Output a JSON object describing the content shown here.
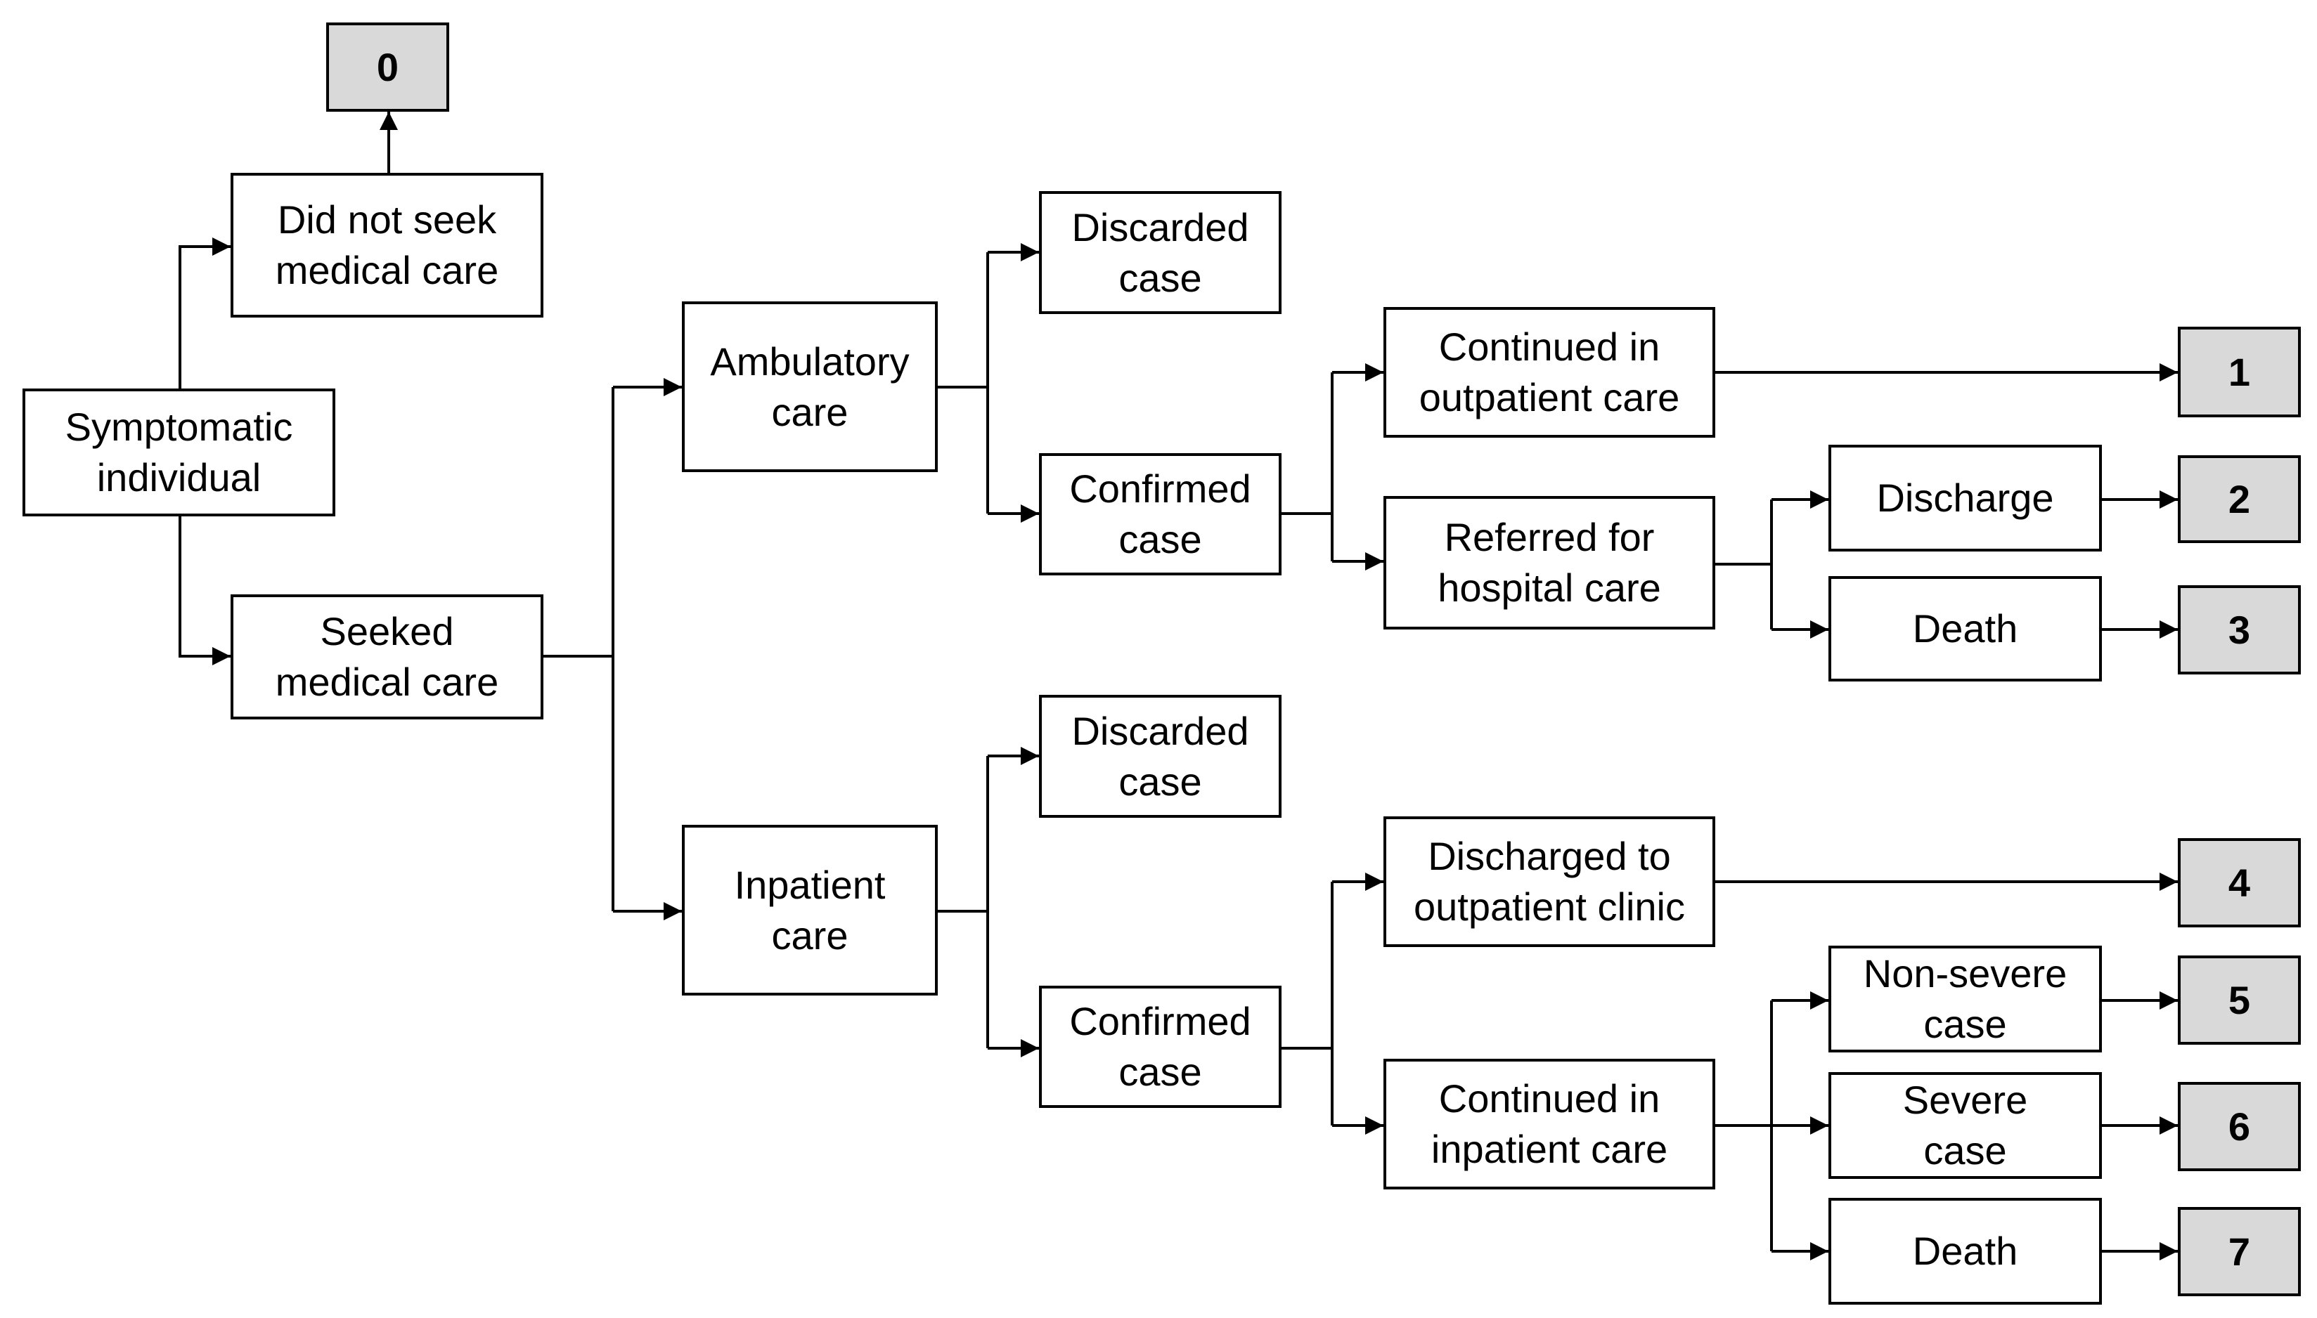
{
  "colors": {
    "line": "#000000",
    "box_fill": "#ffffff",
    "outcome_fill": "#d9d9d9",
    "text": "#000000"
  },
  "nodes": {
    "symptomatic": "Symptomatic\nindividual",
    "did_not_seek": "Did not seek\nmedical care",
    "seeked": "Seeked\nmedical care",
    "ambulatory": "Ambulatory\ncare",
    "inpatient": "Inpatient\ncare",
    "discarded_amb": "Discarded\ncase",
    "confirmed_amb": "Confirmed\ncase",
    "discarded_inp": "Discarded\ncase",
    "confirmed_inp": "Confirmed\ncase",
    "continued_outpatient": "Continued in\noutpatient care",
    "referred_hospital": "Referred for\nhospital care",
    "discharged_outpatient": "Discharged to\noutpatient clinic",
    "continued_inpatient": "Continued in\ninpatient care",
    "discharge": "Discharge",
    "death_amb": "Death",
    "non_severe": "Non-severe\ncase",
    "severe": "Severe\ncase",
    "death_inp": "Death"
  },
  "outcomes": [
    "0",
    "1",
    "2",
    "3",
    "4",
    "5",
    "6",
    "7"
  ]
}
